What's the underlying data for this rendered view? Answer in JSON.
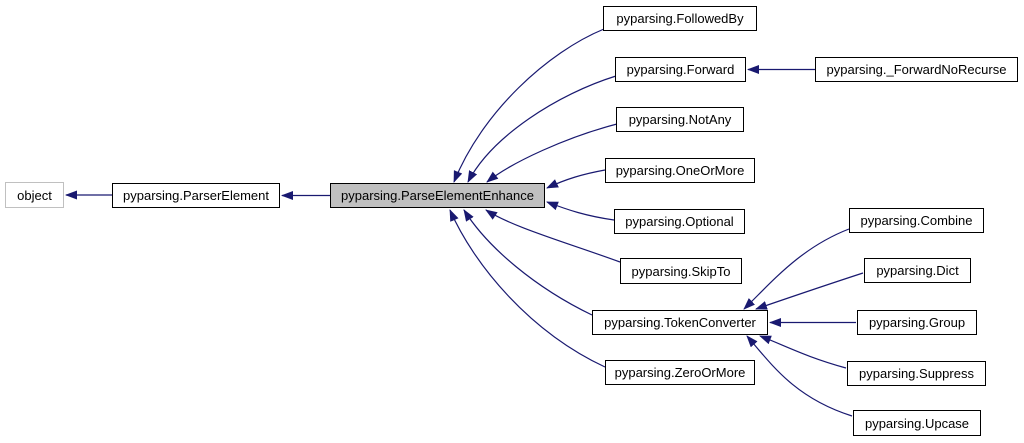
{
  "diagram": {
    "kind": "class-inheritance-graph",
    "colors": {
      "background": "#ffffff",
      "edge": "#191970",
      "node_fill": "#ffffff",
      "node_border": "#000000",
      "highlight_fill": "#c0c0c0",
      "muted_border": "#c0c0c0",
      "text": "#000000"
    }
  },
  "nodes": {
    "object": {
      "label": "object",
      "style": "muted"
    },
    "parser_element": {
      "label": "pyparsing.ParserElement"
    },
    "parse_element_enhance": {
      "label": "pyparsing.ParseElementEnhance",
      "style": "highlighted"
    },
    "followed_by": {
      "label": "pyparsing.FollowedBy"
    },
    "forward": {
      "label": "pyparsing.Forward"
    },
    "forward_no_recurse": {
      "label": "pyparsing._ForwardNoRecurse"
    },
    "not_any": {
      "label": "pyparsing.NotAny"
    },
    "one_or_more": {
      "label": "pyparsing.OneOrMore"
    },
    "optional": {
      "label": "pyparsing.Optional"
    },
    "skip_to": {
      "label": "pyparsing.SkipTo"
    },
    "token_converter": {
      "label": "pyparsing.TokenConverter"
    },
    "zero_or_more": {
      "label": "pyparsing.ZeroOrMore"
    },
    "combine": {
      "label": "pyparsing.Combine"
    },
    "dict": {
      "label": "pyparsing.Dict"
    },
    "group": {
      "label": "pyparsing.Group"
    },
    "suppress": {
      "label": "pyparsing.Suppress"
    },
    "upcase": {
      "label": "pyparsing.Upcase"
    }
  },
  "edges": [
    {
      "from": "parser_element",
      "to": "object"
    },
    {
      "from": "parse_element_enhance",
      "to": "parser_element"
    },
    {
      "from": "followed_by",
      "to": "parse_element_enhance"
    },
    {
      "from": "forward",
      "to": "parse_element_enhance"
    },
    {
      "from": "not_any",
      "to": "parse_element_enhance"
    },
    {
      "from": "one_or_more",
      "to": "parse_element_enhance"
    },
    {
      "from": "optional",
      "to": "parse_element_enhance"
    },
    {
      "from": "skip_to",
      "to": "parse_element_enhance"
    },
    {
      "from": "token_converter",
      "to": "parse_element_enhance"
    },
    {
      "from": "zero_or_more",
      "to": "parse_element_enhance"
    },
    {
      "from": "forward_no_recurse",
      "to": "forward"
    },
    {
      "from": "combine",
      "to": "token_converter"
    },
    {
      "from": "dict",
      "to": "token_converter"
    },
    {
      "from": "group",
      "to": "token_converter"
    },
    {
      "from": "suppress",
      "to": "token_converter"
    },
    {
      "from": "upcase",
      "to": "token_converter"
    }
  ]
}
